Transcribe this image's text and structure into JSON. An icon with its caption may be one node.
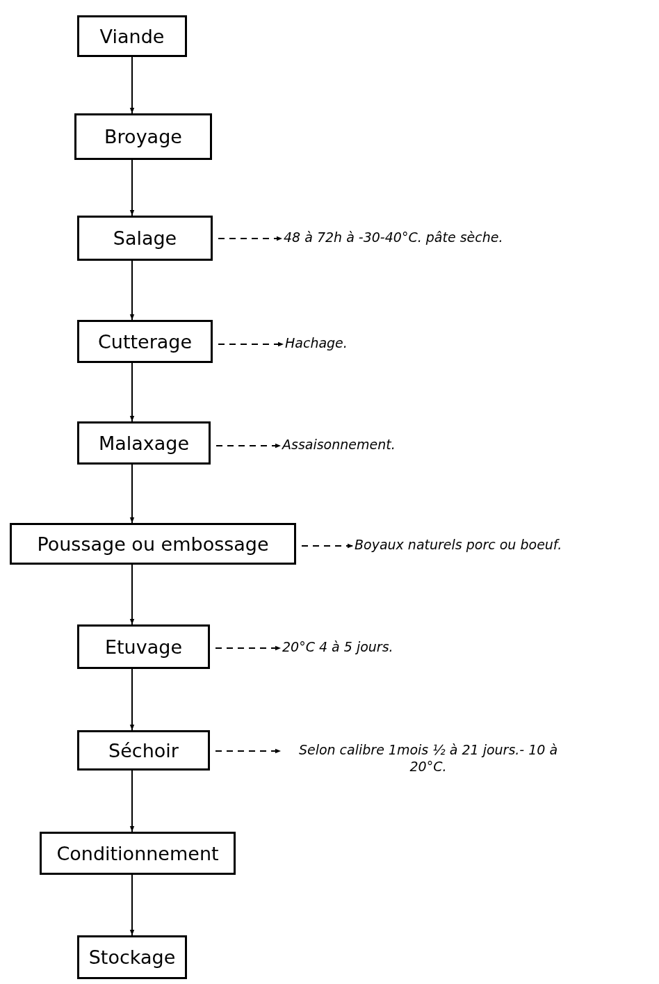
{
  "diagram": {
    "nodes": [
      {
        "text": [
          "Viande"
        ]
      },
      {
        "text": [
          "Broyage"
        ]
      },
      {
        "text": [
          "Salage"
        ]
      },
      {
        "text": [
          "Cutterage"
        ]
      },
      {
        "text": [
          "Malaxage"
        ]
      },
      {
        "text": [
          "Poussage ou embossage"
        ]
      },
      {
        "text": [
          "Etuvage"
        ]
      },
      {
        "text": [
          "Séchoir"
        ]
      },
      {
        "text": [
          "Conditionnement"
        ]
      },
      {
        "text": [
          "Stockage"
        ]
      },
      {
        "text": [
          "48 à 72h à -30-40°C. pâte sèche."
        ]
      },
      {
        "text": [
          "Hachage."
        ]
      },
      {
        "text": [
          "Assaisonnement."
        ]
      },
      {
        "text": [
          "Boyaux naturels porc ou boeuf."
        ]
      },
      {
        "text": [
          "20°C 4 à 5 jours."
        ]
      },
      {
        "text": [
          "Selon calibre 1mois ½ à 21 jours.- 10 à 20°C."
        ]
      }
    ],
    "edges": [
      {
        "from": 0,
        "to": 1,
        "arrow": "to"
      },
      {
        "from": 1,
        "to": 2,
        "arrow": "to"
      },
      {
        "from": 2,
        "to": 3,
        "arrow": "to"
      },
      {
        "from": 3,
        "to": 4,
        "arrow": "to"
      },
      {
        "from": 4,
        "to": 5,
        "arrow": "to"
      },
      {
        "from": 5,
        "to": 6,
        "arrow": "to"
      },
      {
        "from": 6,
        "to": 7,
        "arrow": "to"
      },
      {
        "from": 7,
        "to": 8,
        "arrow": "to"
      },
      {
        "from": 8,
        "to": 9,
        "arrow": "to"
      },
      {
        "from": 2,
        "to": 10,
        "arrow": "to",
        "style": "dashed"
      },
      {
        "from": 3,
        "to": 11,
        "arrow": "to",
        "style": "dashed"
      },
      {
        "from": 4,
        "to": 12,
        "arrow": "to",
        "style": "dashed"
      },
      {
        "from": 5,
        "to": 13,
        "arrow": "to",
        "style": "dashed"
      },
      {
        "from": 6,
        "to": 14,
        "arrow": "to",
        "style": "dashed"
      },
      {
        "from": 7,
        "to": 15,
        "arrow": "to",
        "style": "dashed"
      }
    ]
  }
}
